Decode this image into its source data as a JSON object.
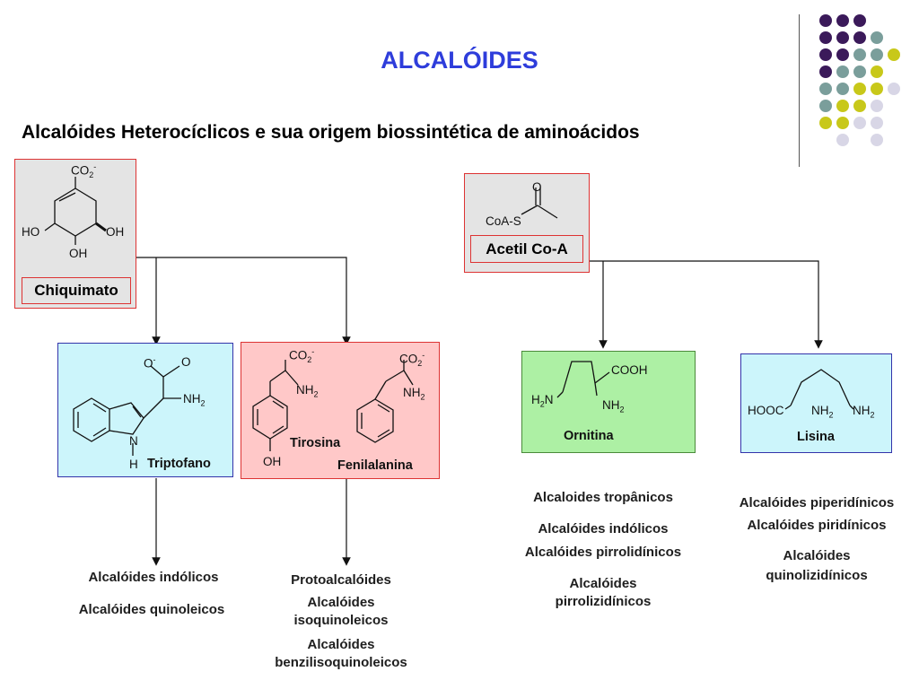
{
  "title": "ALCALÓIDES",
  "subtitle": "Alcalóides Heterocíclicos e sua origem biossintética  de aminoácidos",
  "colors": {
    "title": "#2e3ddb",
    "purple": "#3b1a5a",
    "teal": "#7a9e9b",
    "yellow": "#c8c81a",
    "lavender": "#d8d6e6"
  },
  "precursors": {
    "chiquimato": {
      "label": "Chiquimato",
      "co2": "CO",
      "co2_sub": "2",
      "co2_sup": "-",
      "ho_left": "HO",
      "oh_right": "OH",
      "oh_bottom": "OH"
    },
    "acetil": {
      "label": "Acetil Co-A",
      "coas": "CoA-S",
      "o": "O"
    }
  },
  "amino_acids": {
    "triptofano": {
      "name": "Triptofano",
      "o_top": "O",
      "o_sup": "-",
      "o_right": "O",
      "nh2": "NH",
      "nh2_sub": "2",
      "n": "N",
      "h": "H"
    },
    "tirosina": {
      "name": "Tirosina",
      "co2": "CO",
      "co2_sub": "2",
      "co2_sup": "-",
      "nh2": "NH",
      "nh2_sub": "2",
      "oh": "OH"
    },
    "fenilalanina": {
      "name": "Fenilalanina",
      "co2": "CO",
      "co2_sub": "2",
      "co2_sup": "-",
      "nh2": "NH",
      "nh2_sub": "2"
    },
    "ornitina": {
      "name": "Ornitina",
      "cooh": "COOH",
      "h2n": "H",
      "h2n_sub": "2",
      "h2n_n": "N",
      "nh2": "NH",
      "nh2_sub": "2"
    },
    "lisina": {
      "name": "Lisina",
      "hooc": "HOOC",
      "nh2a": "NH",
      "nh2a_sub": "2",
      "nh2b": "NH",
      "nh2b_sub": "2"
    }
  },
  "outcomes": {
    "triptofano": [
      "Alcalóides indólicos",
      "Alcalóides quinoleicos"
    ],
    "tirosina_fenil": [
      "Protoalcalóides",
      "Alcalóides",
      "isoquinoleicos",
      "Alcalóides",
      "benzilisoquinoleicos"
    ],
    "ornitina": [
      "Alcaloides tropânicos",
      "Alcalóides indólicos",
      "Alcalóides pirrolidínicos",
      "Alcalóides",
      "pirrolizidínicos"
    ],
    "lisina": [
      "Alcalóides piperidínicos",
      "Alcalóides piridínicos",
      "Alcalóides",
      "quinolizidínicos"
    ]
  }
}
